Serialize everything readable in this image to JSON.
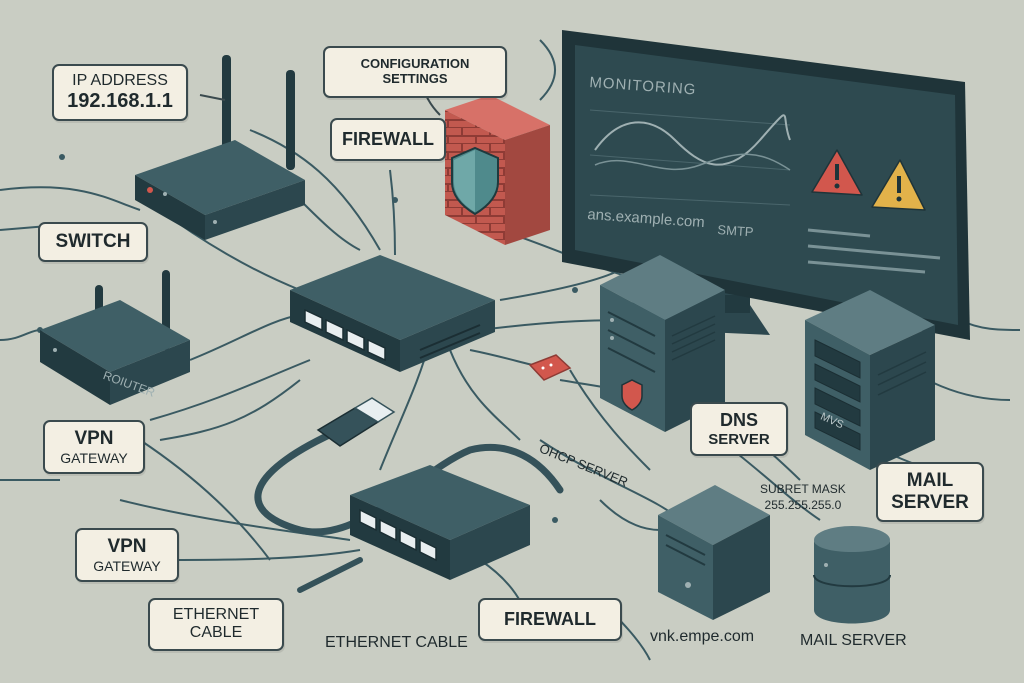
{
  "labels": {
    "ip_address": {
      "line1": "IP ADDRESS",
      "line2": "192.168.1.1"
    },
    "configuration_settings": "CONFIGURATION SETTINGS",
    "firewall_top": "FIREWALL",
    "switch": "SWITCH",
    "router_device": "ROIUTER",
    "vpn_gateway_1": {
      "line1": "VPN",
      "line2": "GATEWAY"
    },
    "vpn_gateway_2": {
      "line1": "VPN",
      "line2": "GATEWAY"
    },
    "ethernet_cable_box": {
      "line1": "ETHERNET",
      "line2": "CABLE"
    },
    "ethernet_cable_text": "ETHERNET CABLE",
    "firewall_bottom": "FIREWALL",
    "dhcp_server": "OHCP SERVER",
    "dns_server": {
      "line1": "DNS",
      "line2": "SERVER"
    },
    "subnet_mask": {
      "line1": "SUBRET MASK",
      "line2": "255.255.255.0"
    },
    "mail_server_box": {
      "line1": "MAIL",
      "line2": "SERVER"
    },
    "mail_server_text": "MAIL SERVER",
    "server_tag": "MVS",
    "url_bottom": "vnk.empe.com"
  },
  "monitor": {
    "title": "MONITORING",
    "domain": "ans.example.com",
    "protocol": "SMTP"
  },
  "colors": {
    "background": "#c9cdc3",
    "device": "#35525a",
    "device_dark": "#223a40",
    "screen": "#2e4a50",
    "firewall_red": "#c2594f",
    "warning_red": "#d2574d",
    "warning_yellow": "#e2b24a",
    "label_fill": "#f3efe3"
  },
  "icons": [
    "shield-icon",
    "warning-icon",
    "led-icon"
  ]
}
